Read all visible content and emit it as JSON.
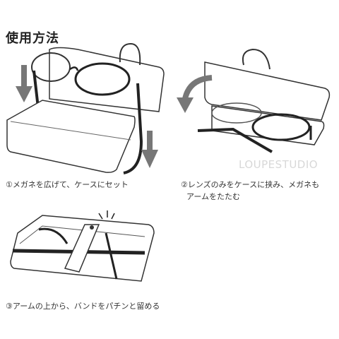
{
  "title": "使用方法",
  "watermark": "LOUPESTUDIO",
  "steps": [
    {
      "caption": "①メガネを広げて、ケースにセット"
    },
    {
      "caption_line1": "②レンズのみをケースに挟み、メガネも",
      "caption_line2": "アームをたたむ"
    },
    {
      "caption": "③アームの上から、バンドをパチンと留める"
    }
  ]
}
